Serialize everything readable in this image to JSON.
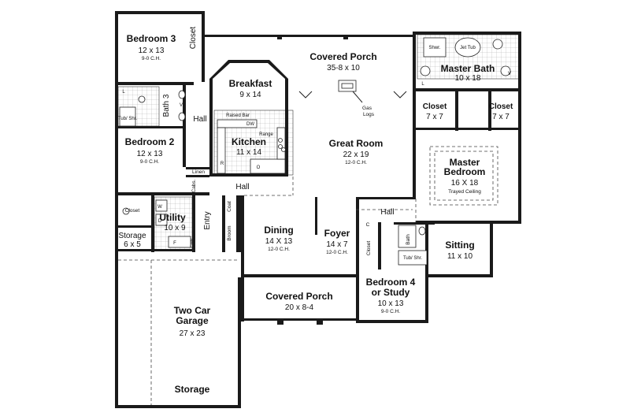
{
  "rooms": {
    "bedroom3": {
      "name": "Bedroom 3",
      "size": "12 x 13",
      "ceiling": "9-0 C.H."
    },
    "bedroom2": {
      "name": "Bedroom 2",
      "size": "12 x 13",
      "ceiling": "9-0 C.H."
    },
    "breakfast": {
      "name": "Breakfast",
      "size": "9 x 14"
    },
    "kitchen": {
      "name": "Kitchen",
      "size": "11 x 14"
    },
    "covered_porch_rear": {
      "name": "Covered Porch",
      "size": "35-8 x 10"
    },
    "great_room": {
      "name": "Great Room",
      "size": "22 x 19",
      "ceiling": "12-0 C.H."
    },
    "master_bath": {
      "name": "Master Bath",
      "size": "10 x 18"
    },
    "master_bedroom": {
      "name1": "Master",
      "name2": "Bedroom",
      "size": "16  X 18",
      "ceiling": "Trayed Ceiling"
    },
    "utility": {
      "name": "Utility",
      "size": "10 x 9"
    },
    "storage_small": {
      "name": "Storage",
      "size": "6 x 5"
    },
    "dining": {
      "name": "Dining",
      "size": "14 X 13",
      "ceiling": "12-0 C.H."
    },
    "foyer": {
      "name": "Foyer",
      "size": "14 x 7",
      "ceiling": "12-0 C.H."
    },
    "sitting": {
      "name": "Sitting",
      "size": "11 x 10"
    },
    "bedroom4": {
      "name1": "Bedroom 4",
      "name2": "or Study",
      "size": "10 x 13",
      "ceiling": "9-0 C.H."
    },
    "covered_porch_front": {
      "name": "Covered Porch",
      "size": "20 x 8-4"
    },
    "garage": {
      "name1": "Two Car",
      "name2": "Garage",
      "size": "27 x 23",
      "storage": "Storage"
    }
  },
  "labels": {
    "closet": "Closet",
    "closet_size": "7 x 7",
    "bath3": "Bath 3",
    "bath": "Bath",
    "hall": "Hall",
    "linen": "Linen",
    "cabs": "Cabs.",
    "entry": "Entry",
    "coat": "Coat",
    "broom": "Broom",
    "cntr": "Cntr.",
    "gas_logs_1": "Gas",
    "gas_logs_2": "Logs",
    "raised_bar": "Raised Bar",
    "dw": "DW",
    "range": "Range",
    "r": "R",
    "o": "O",
    "l": "L",
    "v": "V",
    "c": "C",
    "w": "W",
    "d": "D",
    "f": "F",
    "tub_shr": "Tub/ Shr.",
    "tub_shr2": "Tub/ Shr.",
    "shwr": "Shwr.",
    "jet_tub": "Jet Tub"
  }
}
